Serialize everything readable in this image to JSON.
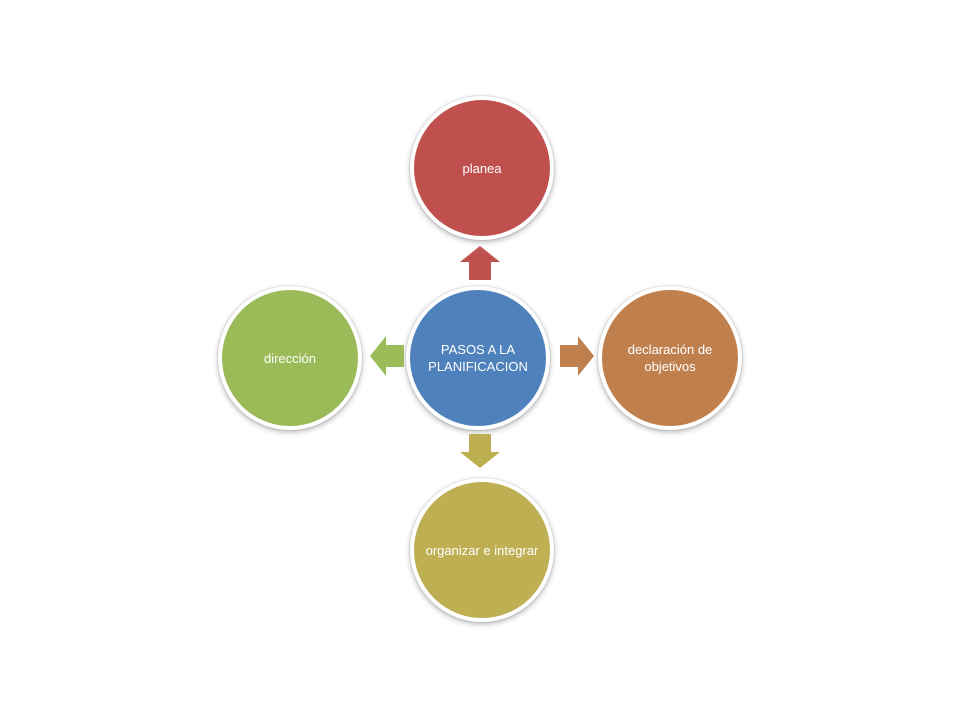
{
  "diagram": {
    "center": {
      "label": "PASOS A LA PLANIFICACION",
      "color": "#4f81bd"
    },
    "nodes": [
      {
        "id": "top",
        "label": "planea",
        "color": "#c0504d"
      },
      {
        "id": "right",
        "label": "declaración de objetivos",
        "color": "#c0804d"
      },
      {
        "id": "bottom",
        "label": "organizar e integrar",
        "color": "#bfaf53"
      },
      {
        "id": "left",
        "label": "dirección",
        "color": "#9bbb59"
      }
    ]
  }
}
